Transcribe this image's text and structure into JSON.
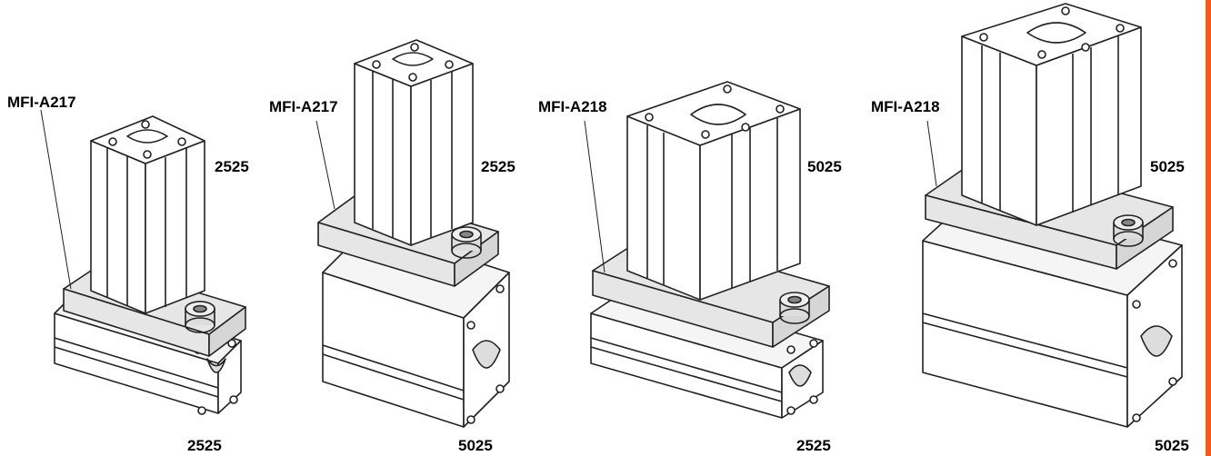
{
  "figures": [
    {
      "connector_label": "MFI-A217",
      "upper_profile": "2525",
      "lower_profile": "2525"
    },
    {
      "connector_label": "MFI-A217",
      "upper_profile": "2525",
      "lower_profile": "5025"
    },
    {
      "connector_label": "MFI-A218",
      "upper_profile": "5025",
      "lower_profile": "2525"
    },
    {
      "connector_label": "MFI-A218",
      "upper_profile": "5025",
      "lower_profile": "5025"
    }
  ],
  "colors": {
    "accent_bar": "#f05a1a",
    "connector_fill": "#e6e6e6",
    "line": "#222222",
    "profile_fill": "#ffffff"
  }
}
